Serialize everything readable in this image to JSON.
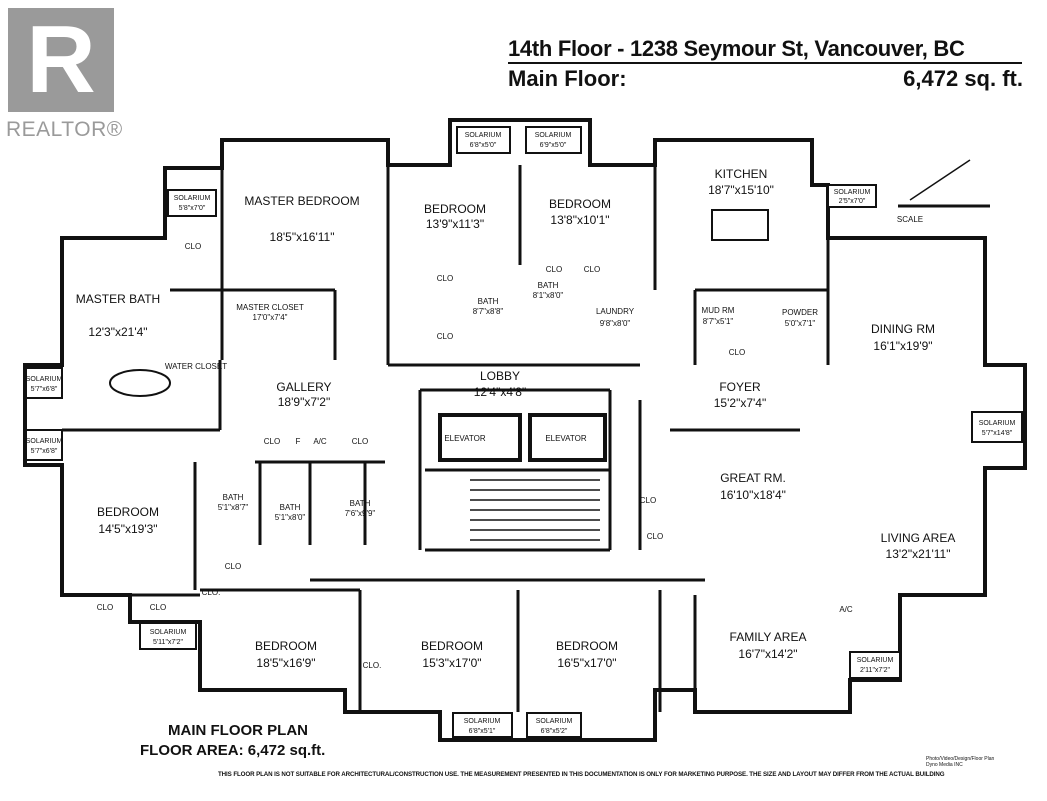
{
  "logo": {
    "mark": "R",
    "text": "REALTOR®"
  },
  "header": {
    "title": "14th Floor - 1238 Seymour St, Vancouver, BC",
    "floor_label": "Main Floor:",
    "area": "6,472 sq. ft."
  },
  "plan_title": "MAIN FLOOR PLAN",
  "floor_area": "FLOOR AREA: 6,472 sq.ft.",
  "disclaimer": "THIS FLOOR PLAN IS NOT SUITABLE FOR ARCHITECTURAL/CONSTRUCTION USE. THE MEASUREMENT PRESENTED IN THIS DOCUMENTATION IS ONLY FOR MARKETING PURPOSE. THE SIZE AND LAYOUT MAY DIFFER FROM THE ACTUAL BUILDING",
  "credit": "Photo/Video/Design/Floor Plan Dyno Media INC",
  "scale_label": "SCALE",
  "rooms": [
    {
      "id": "master-bedroom",
      "name": "MASTER BEDROOM",
      "name2": "",
      "dims": "18'5\"x16'11\""
    },
    {
      "id": "bedroom-n1",
      "name": "BEDROOM",
      "dims": "13'9\"x11'3\""
    },
    {
      "id": "bedroom-n2",
      "name": "BEDROOM",
      "dims": "13'8\"x10'1\""
    },
    {
      "id": "kitchen",
      "name": "KITCHEN",
      "dims": "18'7\"x15'10\""
    },
    {
      "id": "master-bath",
      "name": "MASTER BATH",
      "dims": "12'3\"x21'4\""
    },
    {
      "id": "master-closet",
      "name": "MASTER CLOSET",
      "dims": "17'0\"x7'4\""
    },
    {
      "id": "gallery",
      "name": "GALLERY",
      "dims": "18'9\"x7'2\""
    },
    {
      "id": "lobby",
      "name": "LOBBY",
      "dims": "12'4\"x4'8\""
    },
    {
      "id": "foyer",
      "name": "FOYER",
      "dims": "15'2\"x7'4\""
    },
    {
      "id": "dining",
      "name": "DINING RM",
      "dims": "16'1\"x19'9\""
    },
    {
      "id": "mud",
      "name": "MUD RM",
      "dims": "8'7\"x5'1\""
    },
    {
      "id": "powder",
      "name": "POWDER",
      "dims": "5'0\"x7'1\""
    },
    {
      "id": "laundry",
      "name": "LAUNDRY",
      "dims": "9'8\"x8'0\""
    },
    {
      "id": "great",
      "name": "GREAT RM.",
      "dims": "16'10\"x18'4\""
    },
    {
      "id": "living",
      "name": "LIVING AREA",
      "dims": "13'2\"x21'11\""
    },
    {
      "id": "bedroom-w",
      "name": "BEDROOM",
      "dims": "14'5\"x19'3\""
    },
    {
      "id": "bedroom-s1",
      "name": "BEDROOM",
      "dims": "18'5\"x16'9\""
    },
    {
      "id": "bedroom-s2",
      "name": "BEDROOM",
      "dims": "15'3\"x17'0\""
    },
    {
      "id": "bedroom-s3",
      "name": "BEDROOM",
      "dims": "16'5\"x17'0\""
    },
    {
      "id": "family",
      "name": "FAMILY AREA",
      "dims": "16'7\"x14'2\""
    },
    {
      "id": "bath1",
      "name": "BATH",
      "dims": "8'7\"x8'8\""
    },
    {
      "id": "bath2",
      "name": "BATH",
      "dims": "5'1\"x8'7\""
    },
    {
      "id": "bath3",
      "name": "BATH",
      "dims": "7'6\"x9'9\""
    },
    {
      "id": "bath4",
      "name": "BATH",
      "dims": "5'1\"x8'0\""
    },
    {
      "id": "bath5",
      "name": "BATH",
      "dims": "8'1\"x8'0\""
    }
  ],
  "solariums": [
    {
      "name": "SOLARIUM",
      "dims": "6'8\"x5'0\""
    },
    {
      "name": "SOLARIUM",
      "dims": "6'9\"x5'0\""
    },
    {
      "name": "SOLARIUM",
      "dims": "5'8\"x7'0\""
    },
    {
      "name": "SOLARIUM",
      "dims": "2'5\"x7'0\""
    },
    {
      "name": "SOLARIUM",
      "dims": "5'7\"x6'8\""
    },
    {
      "name": "SOLARIUM",
      "dims": "5'7\"x6'8\""
    },
    {
      "name": "SOLARIUM",
      "dims": "5'7\"x14'8\""
    },
    {
      "name": "SOLARIUM",
      "dims": "5'11\"x7'2\""
    },
    {
      "name": "SOLARIUM",
      "dims": "2'11\"x7'2\""
    },
    {
      "name": "SOLARIUM",
      "dims": "6'8\"x5'1\""
    },
    {
      "name": "SOLARIUM",
      "dims": "6'8\"x5'2\""
    }
  ],
  "labels": {
    "clo": "CLO",
    "clo_dot": "CLO.",
    "water_closet": "WATER CLOSET",
    "elevator": "ELEVATOR",
    "ac": "A/C",
    "f": "F"
  }
}
